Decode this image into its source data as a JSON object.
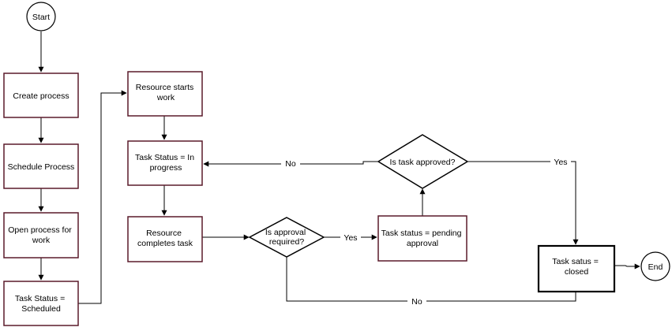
{
  "nodes": {
    "start": {
      "label": "Start"
    },
    "create": {
      "label": "Create process"
    },
    "schedule": {
      "label": "Schedule Process"
    },
    "open": {
      "lines": [
        "Open process for",
        "work"
      ]
    },
    "scheduled": {
      "lines": [
        "Task Status =",
        "Scheduled"
      ]
    },
    "starts": {
      "lines": [
        "Resource starts",
        "work"
      ]
    },
    "inprogress": {
      "lines": [
        "Task Status = In",
        "progress"
      ]
    },
    "completes": {
      "lines": [
        "Resource",
        "completes task"
      ]
    },
    "approvalreq": {
      "lines": [
        "Is approval",
        "required?"
      ]
    },
    "pending": {
      "lines": [
        "Task status = pending",
        "approval"
      ]
    },
    "approved": {
      "label": "Is task approved?"
    },
    "closed": {
      "lines": [
        "Task satus =",
        "closed"
      ]
    },
    "end": {
      "label": "End"
    }
  },
  "edges": {
    "approved_no": "No",
    "approved_yes": "Yes",
    "approvalreq_yes": "Yes",
    "approvalreq_no": "No"
  }
}
